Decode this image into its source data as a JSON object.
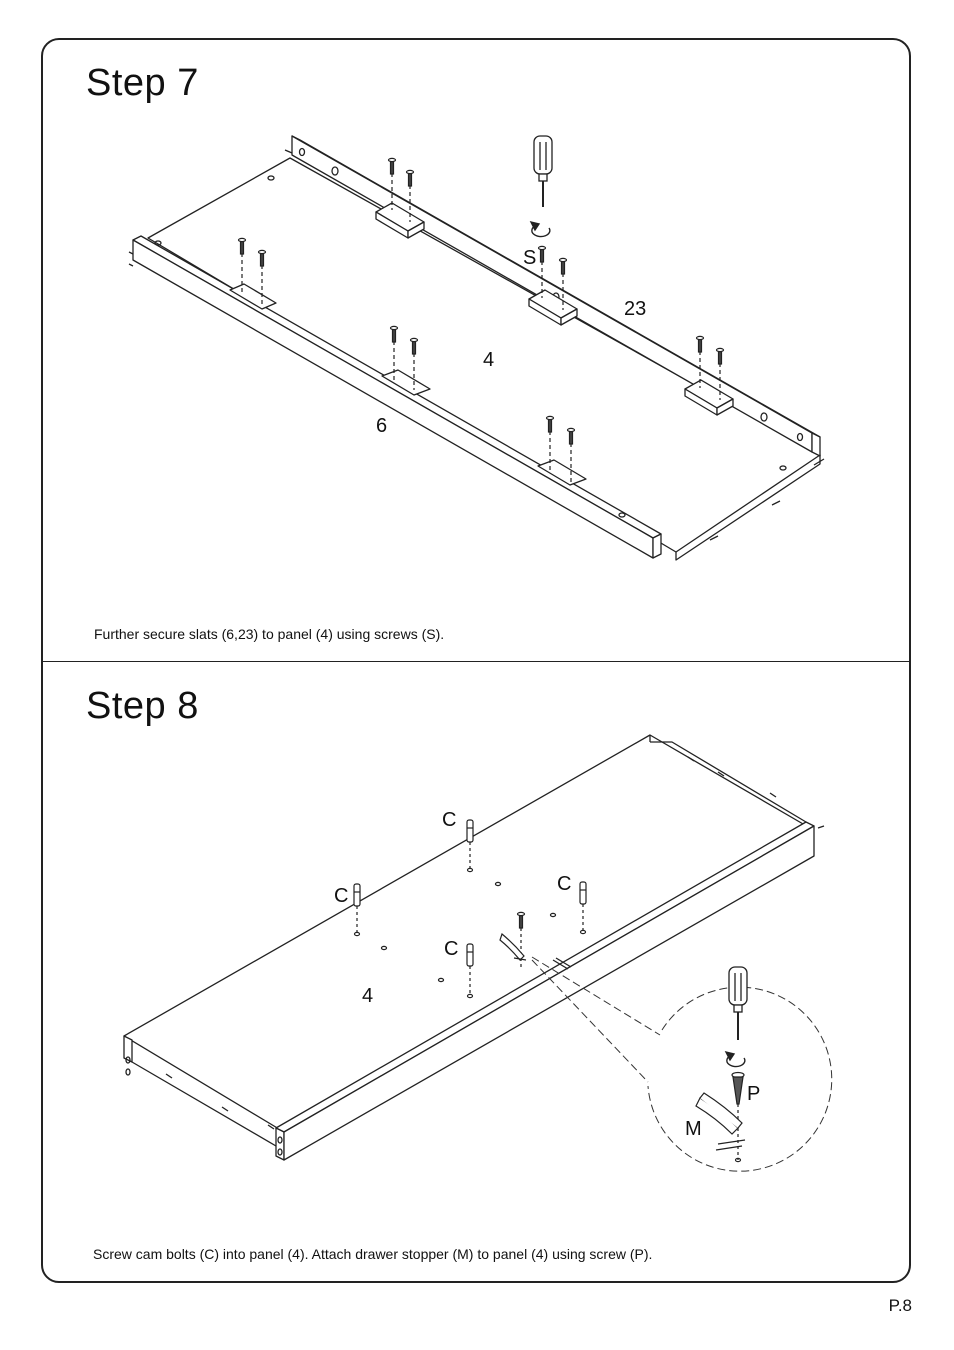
{
  "step7": {
    "title": "Step  7",
    "caption": "Further secure slats (6,23) to panel (4) using screws (S).",
    "labels": {
      "screw": "S",
      "slat_back": "23",
      "panel": "4",
      "slat_front": "6"
    }
  },
  "step8": {
    "title": "Step  8",
    "caption": "Screw cam bolts (C) into panel (4). Attach drawer stopper (M) to panel (4) using screw (P).",
    "labels": {
      "cam_bolt": "C",
      "panel": "4",
      "screw": "P",
      "stopper": "M"
    }
  },
  "page_number": "P.8"
}
